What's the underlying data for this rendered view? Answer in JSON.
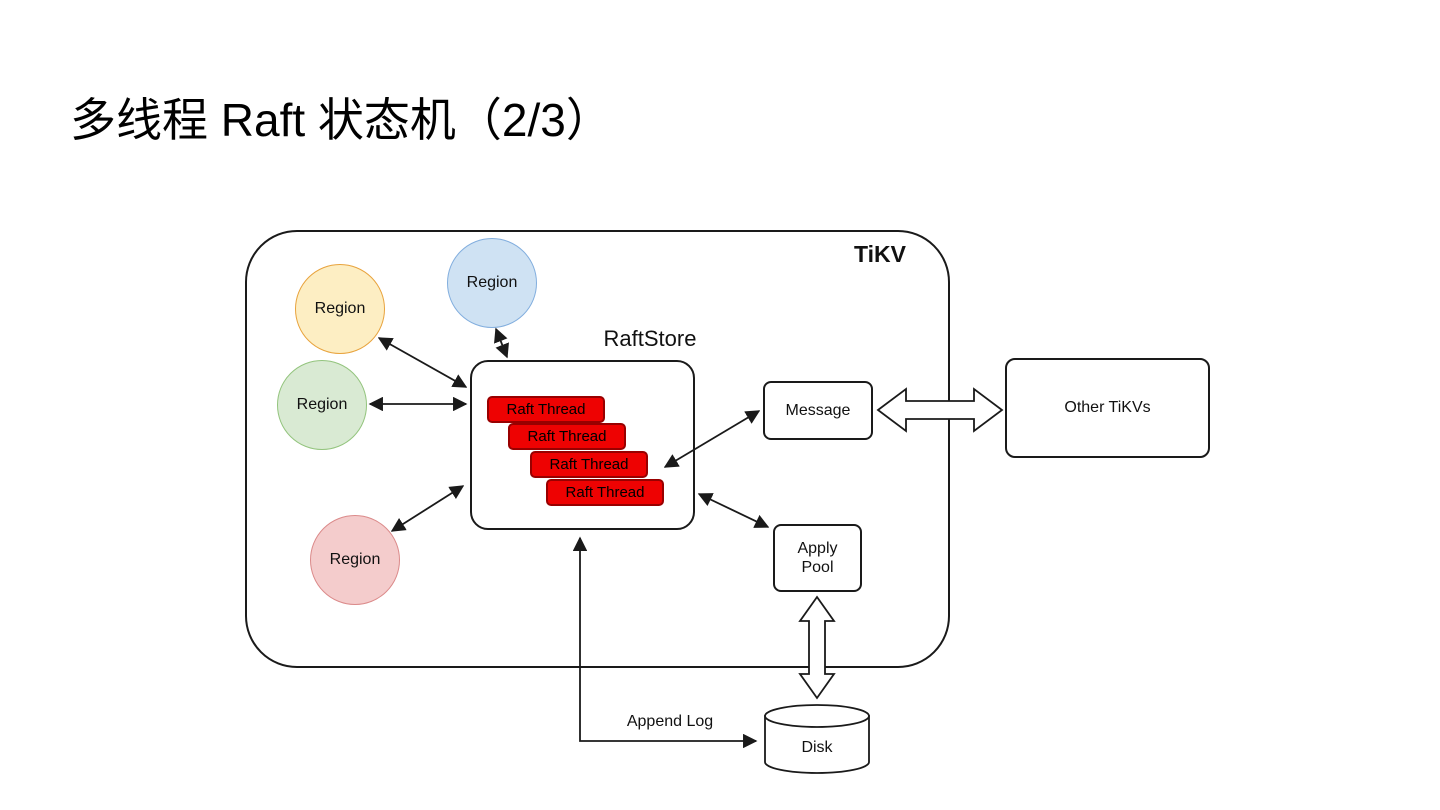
{
  "slide": {
    "title": "多线程 Raft 状态机（2/3）"
  },
  "tikv": {
    "label": "TiKV",
    "raftstore": {
      "label": "RaftStore",
      "threads": [
        "Raft Thread",
        "Raft Thread",
        "Raft Thread",
        "Raft Thread"
      ]
    },
    "regions": [
      {
        "label": "Region",
        "fill": "#fdeec3",
        "border": "#e8a33d"
      },
      {
        "label": "Region",
        "fill": "#cfe2f3",
        "border": "#82aede"
      },
      {
        "label": "Region",
        "fill": "#d9ead3",
        "border": "#93c47d"
      },
      {
        "label": "Region",
        "fill": "#f4cccc",
        "border": "#db8a8a"
      }
    ],
    "message": {
      "label": "Message"
    },
    "apply_pool": {
      "label": "Apply\nPool"
    }
  },
  "external": {
    "other_tikvs": {
      "label": "Other TiKVs"
    },
    "disk": {
      "label": "Disk"
    },
    "append_log": {
      "label": "Append Log"
    }
  },
  "colors": {
    "thread_fill": "#ee0202",
    "thread_border": "#990000",
    "line_stroke": "#1a1a1a",
    "background": "#ffffff"
  }
}
